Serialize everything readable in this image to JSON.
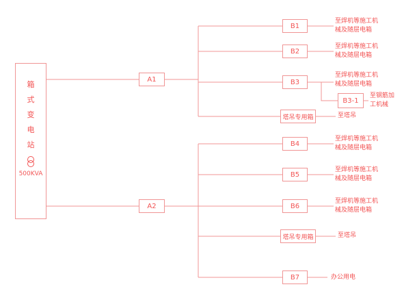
{
  "colors": {
    "line": "#f09494",
    "text": "#f25454",
    "background": "#ffffff"
  },
  "source_box": {
    "name_vertical": "箱式变电站",
    "capacity": "500KVA"
  },
  "feeders": {
    "a1": {
      "label": "A1"
    },
    "a2": {
      "label": "A2"
    }
  },
  "branches": {
    "b1": {
      "label": "B1",
      "dest": "至焊机等施工机\n械及随层电箱"
    },
    "b2": {
      "label": "B2",
      "dest": "至焊机等施工机\n械及随层电箱"
    },
    "b3": {
      "label": "B3",
      "dest": "至焊机等施工机\n械及随层电箱"
    },
    "b3_1": {
      "label": "B3-1",
      "dest": "至钢筋加\n工机械"
    },
    "tower1": {
      "label": "塔吊专用箱",
      "dest": "至塔吊"
    },
    "b4": {
      "label": "B4",
      "dest": "至焊机等施工机\n械及随层电箱"
    },
    "b5": {
      "label": "B5",
      "dest": "至焊机等施工机\n械及随层电箱"
    },
    "b6": {
      "label": "B6",
      "dest": "至焊机等施工机\n械及随层电箱"
    },
    "tower2": {
      "label": "塔吊专用箱",
      "dest": "至塔吊"
    },
    "b7": {
      "label": "B7",
      "dest": "办公用电"
    }
  }
}
